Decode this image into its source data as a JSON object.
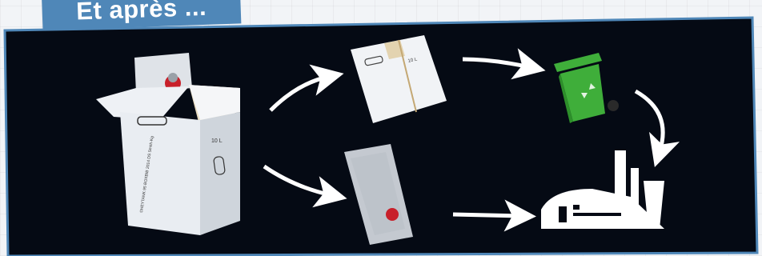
{
  "title": "Et après ...",
  "colors": {
    "panel_bg": "#050a14",
    "panel_border": "#4f87b8",
    "tag_bg": "#4f87b8",
    "bin_green": "#3fae3a",
    "arrow": "#ffffff"
  },
  "items": {
    "box_side_text": "10 L",
    "box_bottom_text": "©HEYTANK 95 BOXBIB 2014 DS Smith-Kg",
    "flat_box_text": "10 L"
  },
  "icons": [
    "bag-in-box-icon",
    "flat-cardboard-icon",
    "plastic-bag-icon",
    "recycle-bin-icon",
    "factory-icon",
    "curved-arrow-icon",
    "straight-arrow-icon"
  ]
}
